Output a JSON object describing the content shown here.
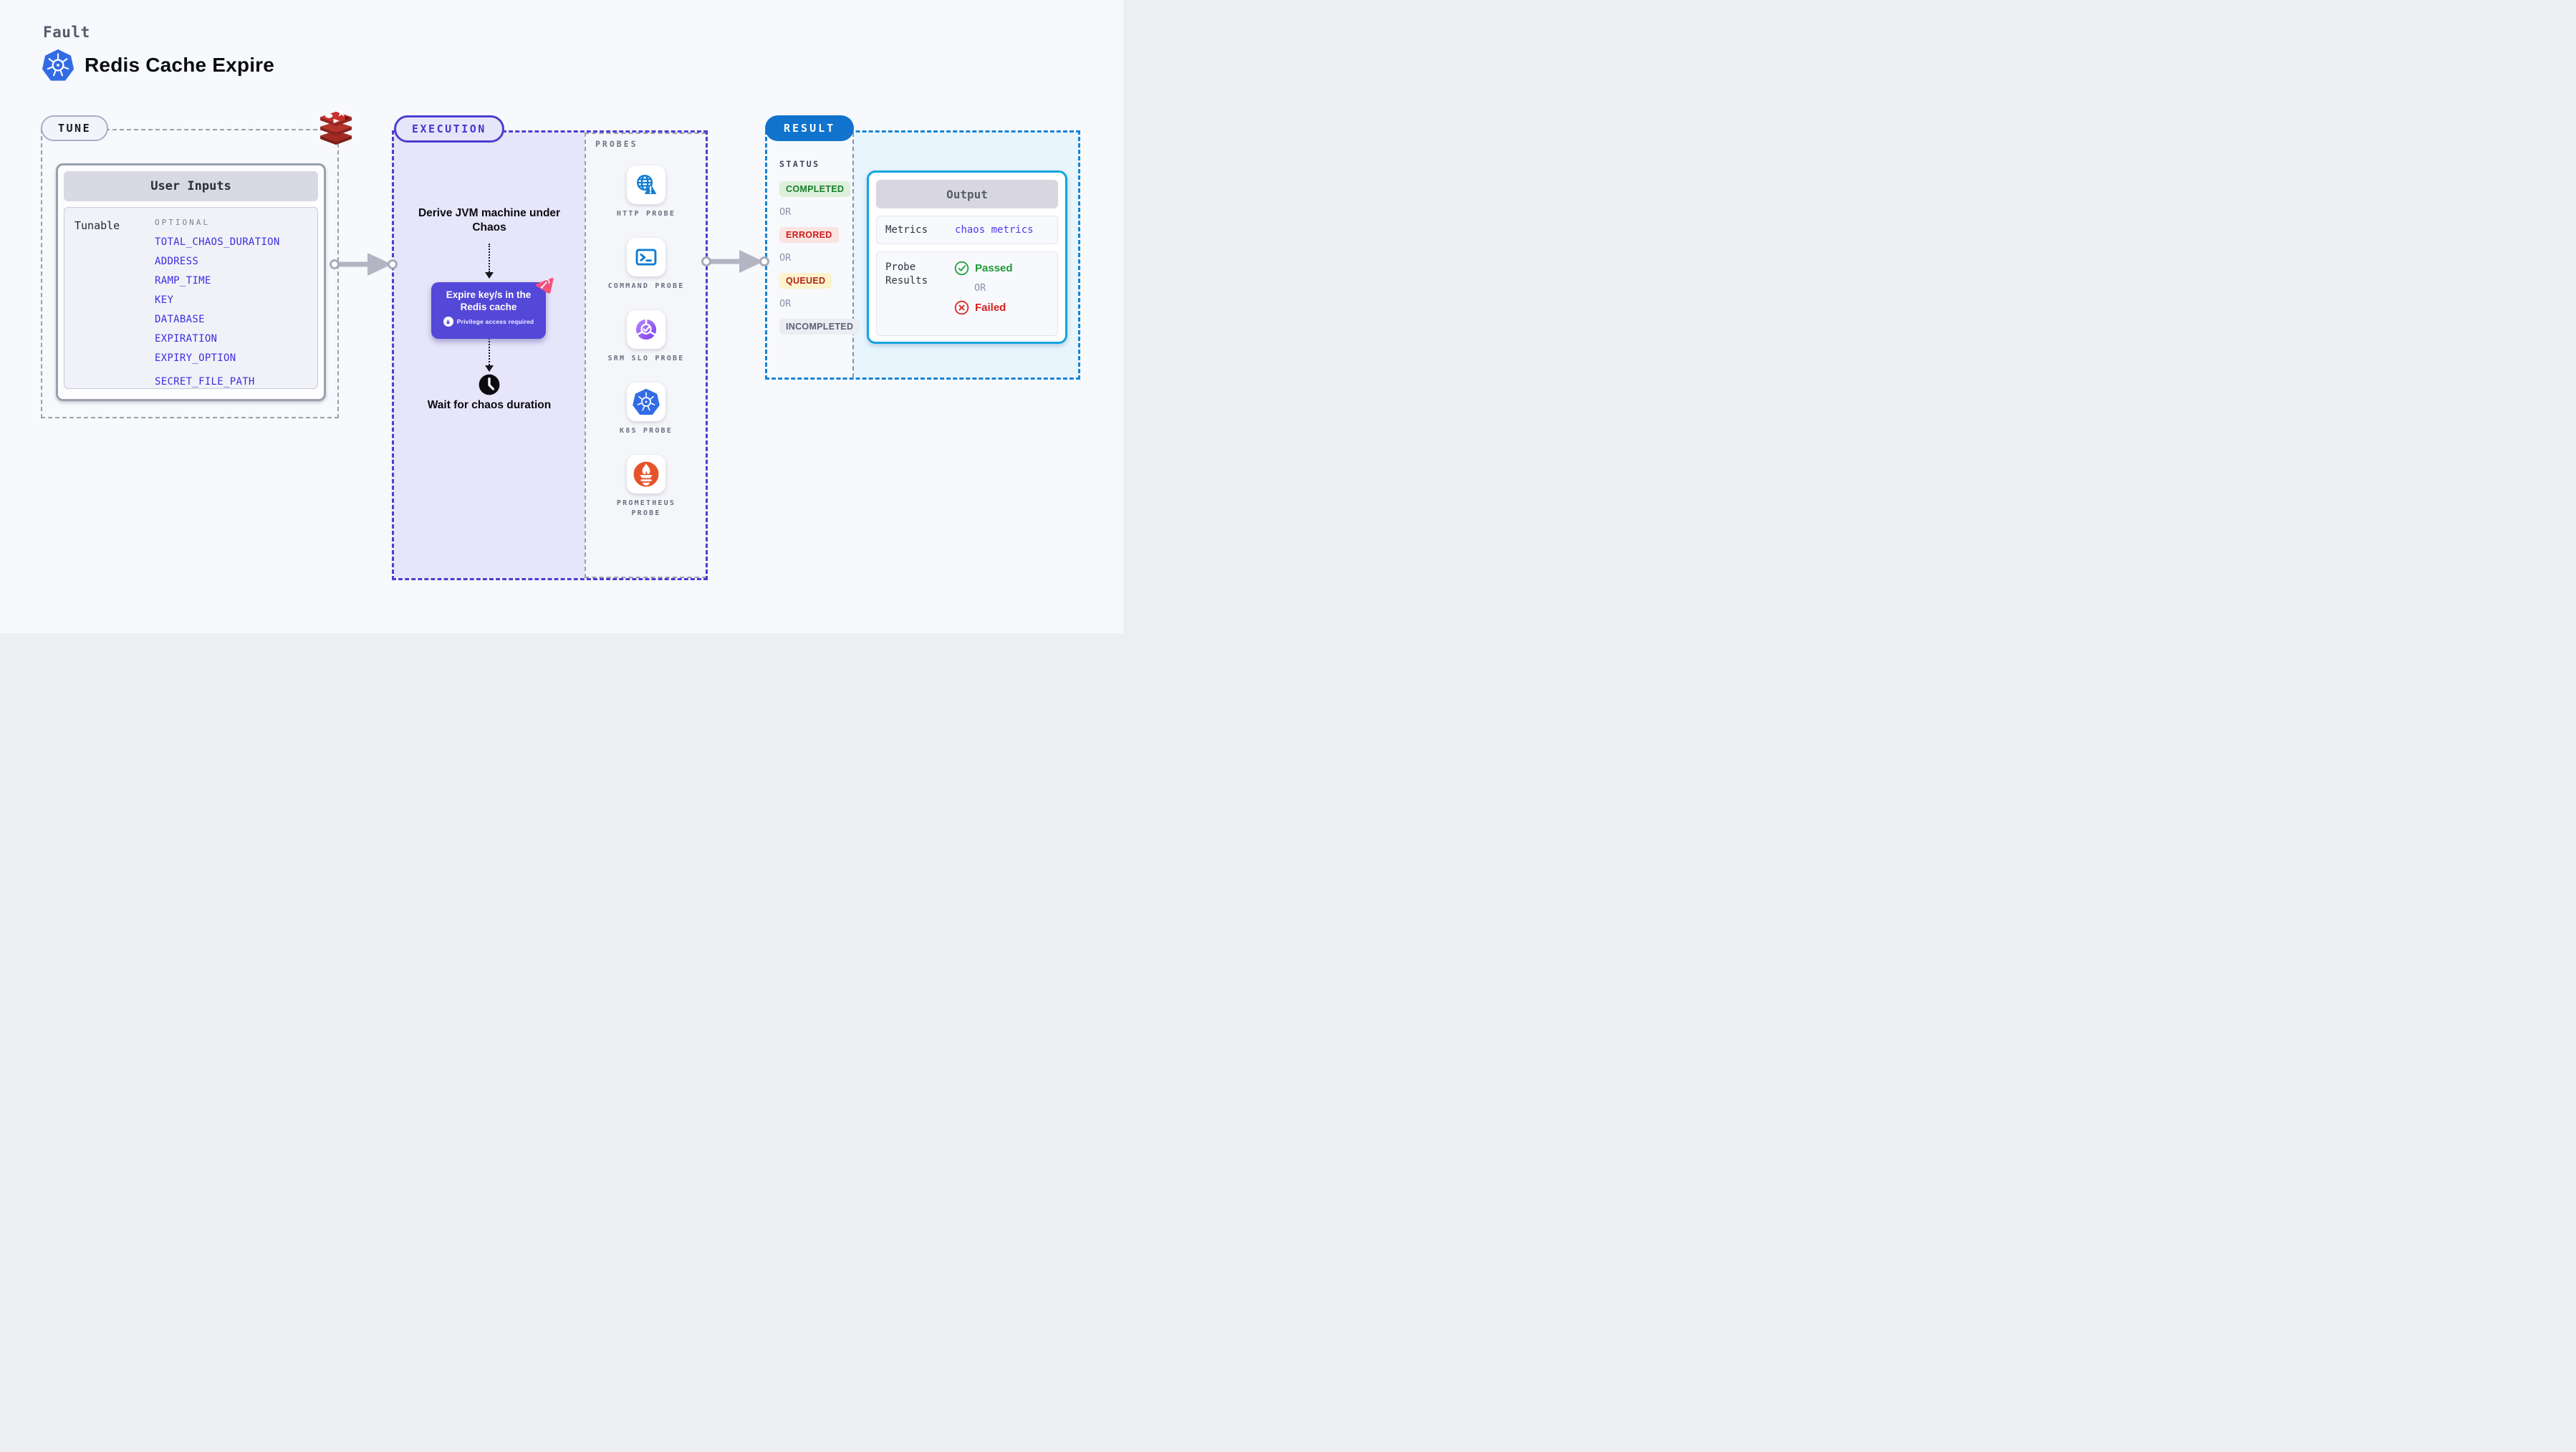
{
  "header": {
    "eyebrow": "Fault",
    "title": "Redis Cache Expire"
  },
  "tune": {
    "badge": "TUNE",
    "card_title": "User Inputs",
    "row_label": "Tunable",
    "group_label": "OPTIONAL",
    "env_vars": [
      "TOTAL_CHAOS_DURATION",
      "ADDRESS",
      "RAMP_TIME",
      "KEY",
      "DATABASE",
      "EXPIRATION",
      "EXPIRY_OPTION",
      "SECRET_FILE_PATH"
    ]
  },
  "execution": {
    "badge": "EXECUTION",
    "step1": "Derive JVM machine under Chaos",
    "node_title": "Expire key/s in the Redis cache",
    "node_note": "Privilege access required",
    "step3": "Wait for chaos duration"
  },
  "probes": {
    "label": "PROBES",
    "items": [
      {
        "name": "HTTP PROBE",
        "icon": "globe-alert-icon"
      },
      {
        "name": "COMMAND PROBE",
        "icon": "terminal-icon"
      },
      {
        "name": "SRM SLO PROBE",
        "icon": "slo-check-icon"
      },
      {
        "name": "K8S PROBE",
        "icon": "kubernetes-icon"
      },
      {
        "name": "PROMETHEUS PROBE",
        "icon": "prometheus-icon"
      }
    ]
  },
  "result": {
    "badge": "RESULT",
    "status_label": "STATUS",
    "or_label": "OR",
    "statuses": [
      {
        "label": "COMPLETED",
        "type": "success"
      },
      {
        "label": "ERRORED",
        "type": "error"
      },
      {
        "label": "QUEUED",
        "type": "warning"
      },
      {
        "label": "INCOMPLETED",
        "type": "neutral"
      }
    ],
    "output": {
      "title": "Output",
      "metrics_label": "Metrics",
      "metrics_value": "chaos metrics",
      "probe_results_label": "Probe Results",
      "passed_label": "Passed",
      "failed_label": "Failed"
    }
  },
  "colors": {
    "page_bg": "#f7f9fc",
    "execution_purple": "#4a3fd0",
    "execution_fill": "#e7e5f9",
    "node_purple": "#5448d8",
    "chaos_pink": "#f4517f",
    "result_blue": "#1173cd",
    "result_dash_blue": "#1583d6",
    "result_fill": "#e8f5fc",
    "output_border_cyan": "#10a5e0",
    "env_var_blue": "#3a2ee0",
    "kubernetes_blue": "#326ce5",
    "probe_icon_blue": "#0f7bd3",
    "prometheus_orange": "#e6522c",
    "redis_red": "#c6302b",
    "success_green": "#1a7d2c",
    "error_red": "#cd1d1d",
    "warning_amber": "#b02418",
    "arrow_gray": "#b3b5c3"
  }
}
